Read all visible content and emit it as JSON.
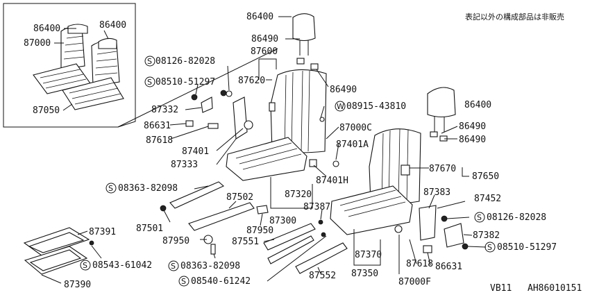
{
  "header": {
    "note": "表記以外の構成部品は非販売"
  },
  "footer": {
    "model": "VB11",
    "code": "AH86010151"
  },
  "inset": {
    "labels": [
      "86400",
      "86400",
      "87000",
      "87050"
    ]
  },
  "callouts": {
    "p86400_top": "86400",
    "p86490_a": "86490",
    "p87600": "87600",
    "p87620": "87620",
    "p86490_b": "86490",
    "p08126_top": "08126-82028",
    "p08510_top": "08510-51297",
    "p87332": "87332",
    "p86631_left": "86631",
    "p87618_left": "87618",
    "p87401": "87401",
    "p87333": "87333",
    "p08915": "08915-43810",
    "p87000C": "87000C",
    "p87401A": "87401A",
    "p87401H": "87401H",
    "p86400_right": "86400",
    "p86490_c": "86490",
    "p86490_d": "86490",
    "p87670": "87670",
    "p87650": "87650",
    "p87320": "87320",
    "p87300": "87300",
    "p08363_top": "08363-82098",
    "p87502": "87502",
    "p87501": "87501",
    "p87950_a": "87950",
    "p87950_b": "87950",
    "p87391": "87391",
    "p87390": "87390",
    "p08543": "08543-61042",
    "p08363_bot": "08363-82098",
    "p08540": "08540-61242",
    "p87551": "87551",
    "p87387": "87387",
    "p87552": "87552",
    "p87370": "87370",
    "p87350": "87350",
    "p87000F": "87000F",
    "p87618_right": "87618",
    "p86631_right": "86631",
    "p87383": "87383",
    "p87452": "87452",
    "p08126_right": "08126-82028",
    "p87382": "87382",
    "p08510_right": "08510-51297"
  },
  "symbols": {
    "s": "S",
    "w": "W"
  }
}
